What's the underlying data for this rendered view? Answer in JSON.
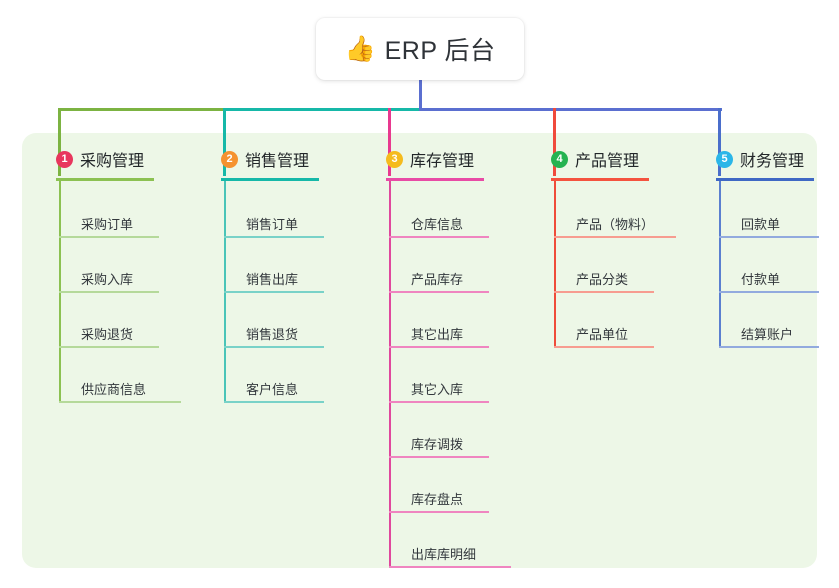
{
  "root": {
    "emoji": "👍",
    "emoji_name": "thumbs-up-icon",
    "title": "ERP 后台"
  },
  "colors": {
    "canvas_bg": "#ffffff",
    "panel_bg": "#edf7e7",
    "card_bg": "#ffffff",
    "root_stem": "#5b6fd0",
    "bar_left_green": "#7cb342",
    "bar_teal": "#16b8a8",
    "bar_blue": "#5b6fd0",
    "text_primary": "#222629",
    "text_leaf": "#33383d"
  },
  "branches": [
    {
      "index": "1",
      "title": "采购管理",
      "badge_color": "#e8365d",
      "rule_color": "#8cc152",
      "spine_color": "#8cc152",
      "drop_color": "#7cb342",
      "leaf_rule_color": "#b5d99a",
      "items": [
        "采购订单",
        "采购入库",
        "采购退货",
        "供应商信息"
      ]
    },
    {
      "index": "2",
      "title": "销售管理",
      "badge_color": "#f5922f",
      "rule_color": "#16b8a8",
      "spine_color": "#4ac4b8",
      "drop_color": "#16b8a8",
      "leaf_rule_color": "#79d2c8",
      "items": [
        "销售订单",
        "销售出库",
        "销售退货",
        "客户信息"
      ]
    },
    {
      "index": "3",
      "title": "库存管理",
      "badge_color": "#f5bb1d",
      "rule_color": "#e84ba5",
      "spine_color": "#e0489d",
      "drop_color": "#e8398f",
      "leaf_rule_color": "#ef85c0",
      "items": [
        "仓库信息",
        "产品库存",
        "其它出库",
        "其它入库",
        "库存调拨",
        "库存盘点",
        "出库库明细"
      ]
    },
    {
      "index": "4",
      "title": "产品管理",
      "badge_color": "#25b351",
      "rule_color": "#f4533f",
      "spine_color": "#ef4c3a",
      "drop_color": "#f04a3c",
      "leaf_rule_color": "#f79c90",
      "items": [
        "产品（物料）",
        "产品分类",
        "产品单位"
      ]
    },
    {
      "index": "5",
      "title": "财务管理",
      "badge_color": "#2bb6e8",
      "rule_color": "#3f68c4",
      "spine_color": "#5b7fd0",
      "drop_color": "#4a6ecb",
      "leaf_rule_color": "#92aade",
      "items": [
        "回款单",
        "付款单",
        "结算账户"
      ]
    }
  ]
}
